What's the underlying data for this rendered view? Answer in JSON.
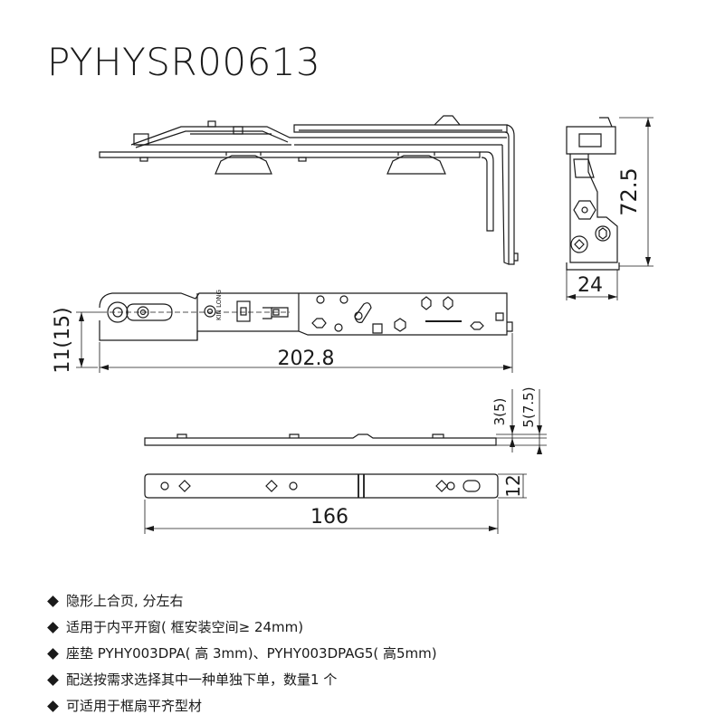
{
  "title": "PYHYSR00613",
  "dimensions": {
    "height_side": "72.5",
    "width_side": "24",
    "length_top": "202.8",
    "height_top": "11(15)",
    "pad_thick_a": "3(5)",
    "pad_thick_b": "5(7.5)",
    "pad_length": "166",
    "pad_width": "12"
  },
  "part_marking": "KIN LONG",
  "notes": [
    "隐形上合页, 分左右",
    "适用于内平开窗( 框安装空间≥ 24mm)",
    "座垫 PYHY003DPA( 高 3mm)、PYHY003DPAG5( 高5mm)",
    "配送按需求选择其中一种单独下单，数量1 个",
    "可适用于框扇平齐型材"
  ]
}
